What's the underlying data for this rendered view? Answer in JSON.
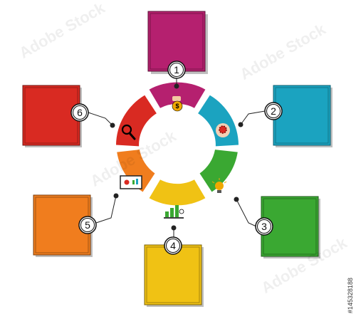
{
  "diagram": {
    "steps": [
      {
        "number": "1",
        "color": "#b5206f",
        "icon": "money-bag-hand-icon"
      },
      {
        "number": "2",
        "color": "#1ba3c0",
        "icon": "head-gear-icon"
      },
      {
        "number": "3",
        "color": "#3aa832",
        "icon": "lightbulb-icon"
      },
      {
        "number": "4",
        "color": "#f0c214",
        "icon": "bar-chart-icon"
      },
      {
        "number": "5",
        "color": "#f07d1e",
        "icon": "presentation-board-icon"
      },
      {
        "number": "6",
        "color": "#d92a22",
        "icon": "magnifier-icon"
      }
    ]
  },
  "watermark": {
    "text": "Adobe Stock"
  },
  "stock_id": "#145328188"
}
